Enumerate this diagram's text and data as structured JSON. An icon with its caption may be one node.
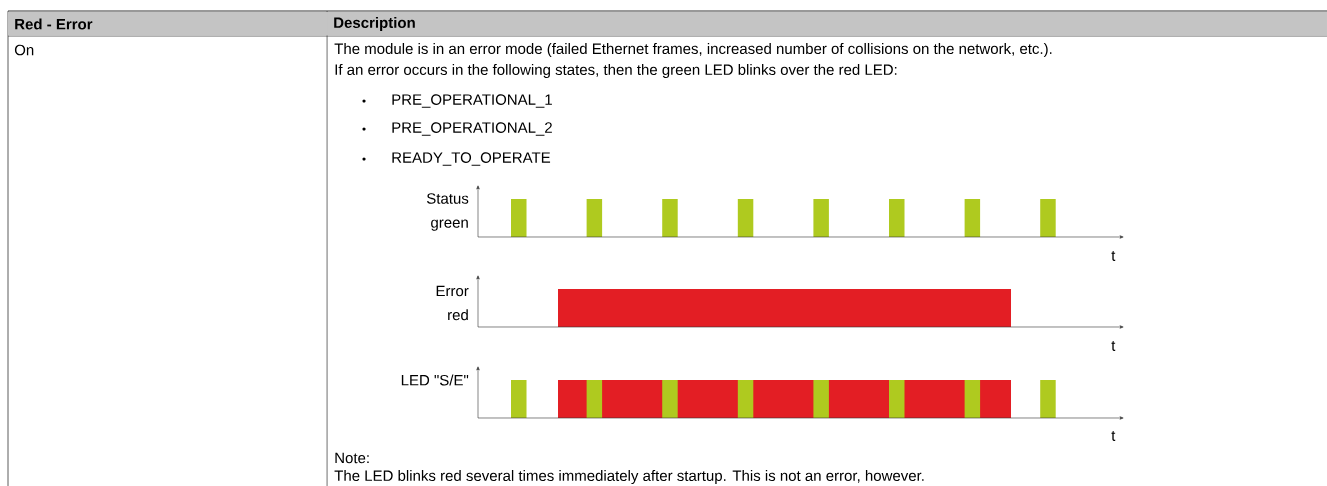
{
  "diagram": {
    "labels": [
      "Red - Error",
      "Description",
      "On",
      "The module is in an error mode (failed Ethernet frames, increased number of collisions on the network, etc.).",
      "If an error occurs in the following states, then the green LED blinks over the red LED:",
      "PRE_OPERATIONAL_1",
      "PRE_OPERATIONAL_2",
      "READY_TO_OPERATE",
      "Status green",
      "t",
      "Error red",
      "t",
      "LED \"S/E\"",
      "t",
      "Note:",
      "The LED blinks red several times immediately after startup. This is not an error, however."
    ]
  }
}
